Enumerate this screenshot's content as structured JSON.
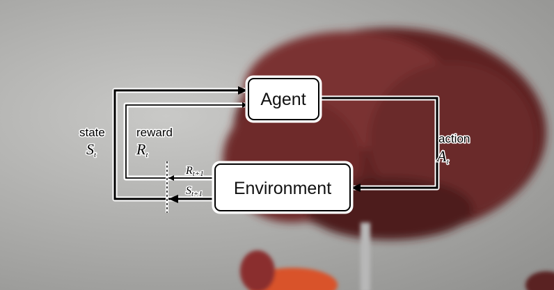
{
  "nodes": {
    "agent": "Agent",
    "environment": "Environment"
  },
  "edges": {
    "state": {
      "label": "state",
      "symbol": "S",
      "subscript": "t"
    },
    "reward": {
      "label": "reward",
      "symbol": "R",
      "subscript": "t"
    },
    "action": {
      "label": "action",
      "symbol": "A",
      "subscript": "t"
    },
    "next_reward": {
      "symbol": "R",
      "subscript": "t+1"
    },
    "next_state": {
      "symbol": "S",
      "subscript": "t+1"
    }
  },
  "colors": {
    "brain": "#6b2a2a",
    "background": "#a9a9a7",
    "line": "#000000"
  }
}
